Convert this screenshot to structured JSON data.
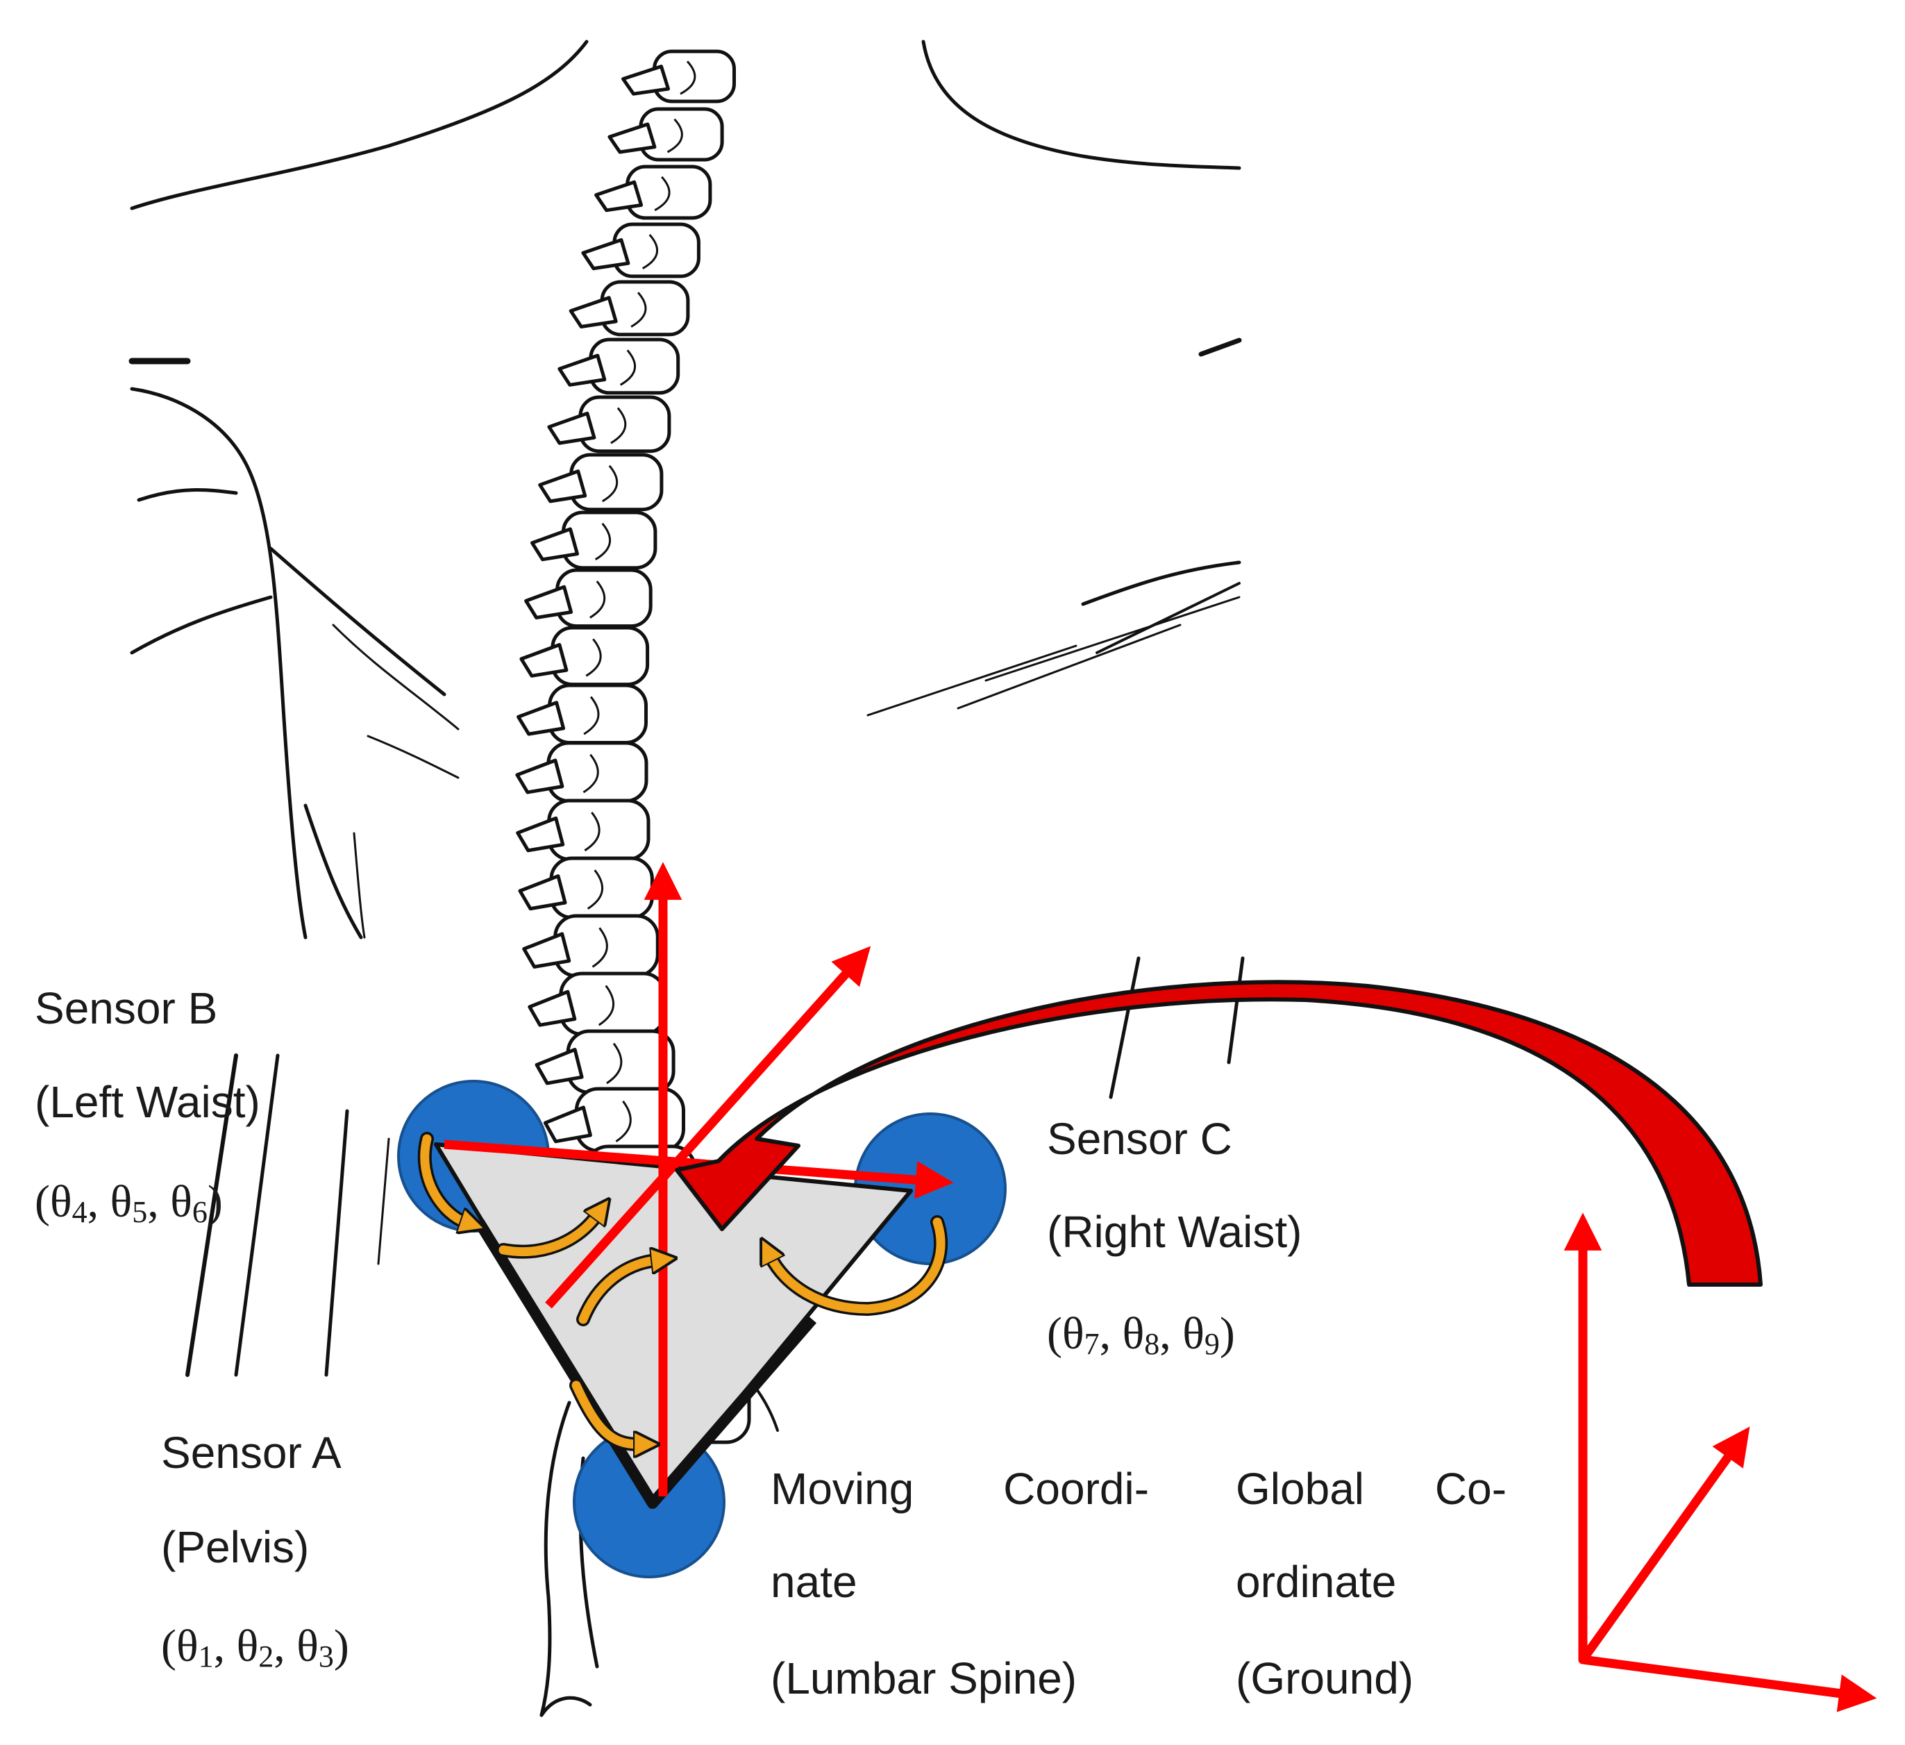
{
  "colors": {
    "axis_red": "#ff0000",
    "sensor_blue": "#1f6fc6",
    "rotation_orange": "#f0a21a",
    "triangle_fill": "#dedede",
    "line_art": "#111111"
  },
  "sensor_b": {
    "name": "Sensor B",
    "location": "(Left Waist)",
    "angles": [
      "θ",
      "4",
      ",  θ",
      "5",
      ",  θ",
      "6",
      ")"
    ]
  },
  "sensor_c": {
    "name": "Sensor C",
    "location": "(Right Waist)",
    "angles": [
      "θ",
      "7",
      ",  θ",
      "8",
      ",  θ",
      "9",
      ")"
    ]
  },
  "sensor_a": {
    "name": "Sensor A",
    "location": "(Pelvis)",
    "angles": [
      "θ",
      "1",
      ",  θ",
      "2",
      ",  θ",
      "3",
      ")"
    ]
  },
  "moving_coordinate": {
    "line1_a": "Moving",
    "line1_b": "Coordi-",
    "line2": "nate",
    "line3": "(Lumbar Spine)"
  },
  "global_coordinate": {
    "line1_a": "Global",
    "line1_b": "Co-",
    "line2": "ordinate",
    "line3": "(Ground)"
  }
}
